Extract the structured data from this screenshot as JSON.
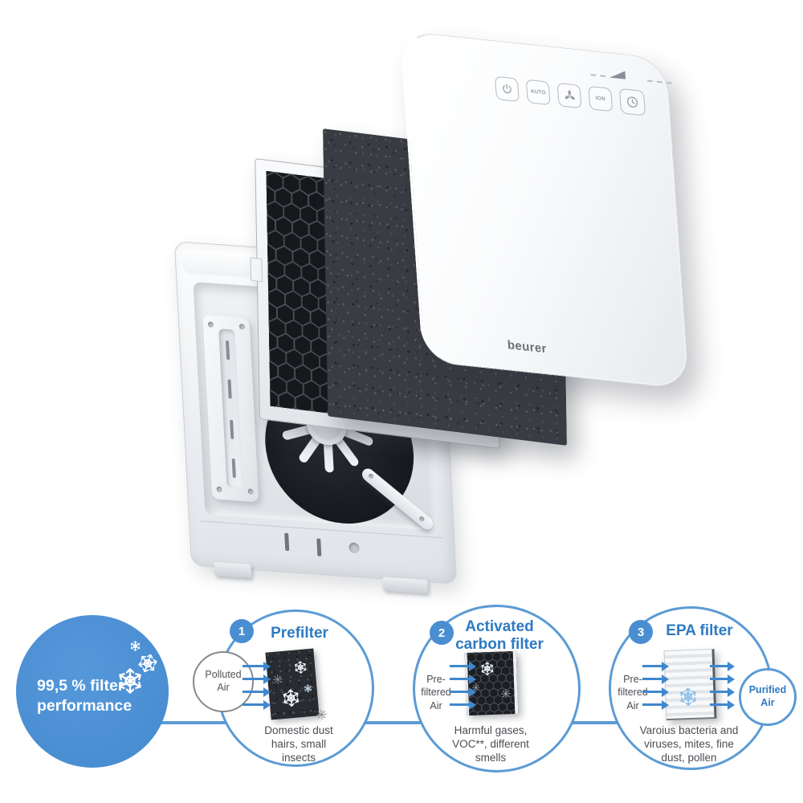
{
  "device": {
    "brand": "beurer",
    "controls": {
      "auto_label": "AUTO",
      "ion_label": "ION"
    }
  },
  "infographic": {
    "colors": {
      "accent_blue": "#4a8ed2",
      "title_blue": "#2d7ac2",
      "line_blue": "#5b9bd5",
      "caption_gray": "#4a4d52"
    },
    "performance": {
      "line1": "99,5 % filter",
      "line2": "performance"
    },
    "polluted": {
      "line1": "Polluted",
      "line2": "Air"
    },
    "purified": {
      "line1": "Purified",
      "line2": "Air"
    },
    "prefiltered": {
      "line1": "Pre-",
      "line2": "filtered",
      "line3": "Air"
    },
    "steps": [
      {
        "number": "1",
        "title_lines": [
          "Prefilter",
          ""
        ],
        "caption_lines": [
          "Domestic dust",
          "hairs, small",
          "insects"
        ]
      },
      {
        "number": "2",
        "title_lines": [
          "Activated",
          "carbon filter"
        ],
        "caption_lines": [
          "Harmful gases,",
          "VOC**, different",
          "smells"
        ]
      },
      {
        "number": "3",
        "title_lines": [
          "EPA filter",
          ""
        ],
        "caption_lines": [
          "Varoius bacteria and",
          "viruses, mites, fine",
          "dust, pollen"
        ]
      }
    ]
  }
}
